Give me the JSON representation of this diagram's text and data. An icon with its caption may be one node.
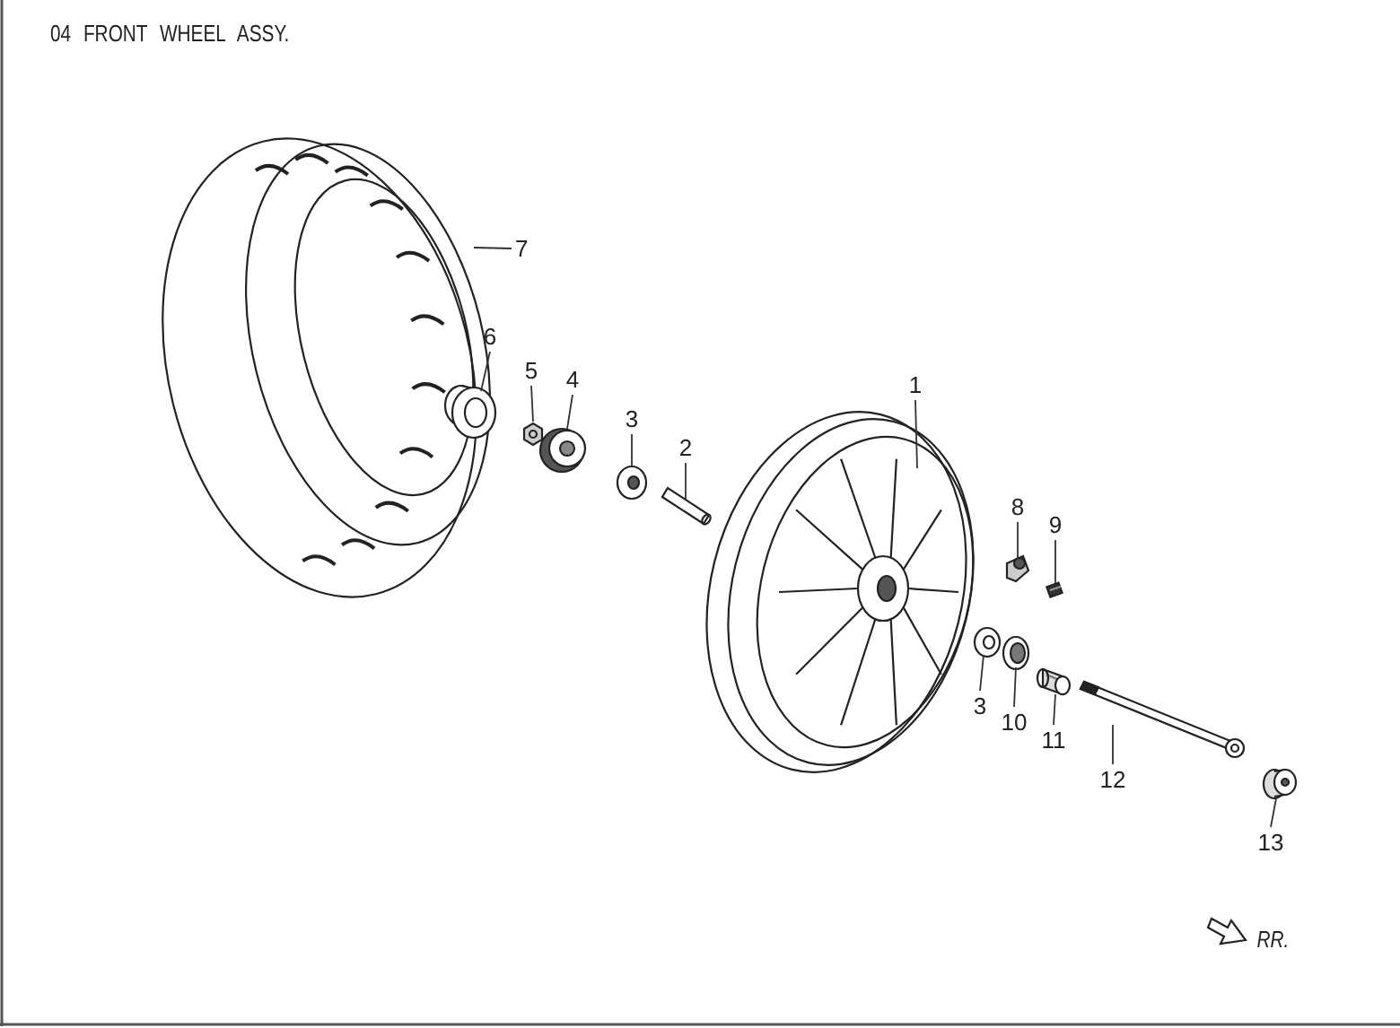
{
  "diagram": {
    "title": "04 FRONT WHEEL ASSY.",
    "nodes": [
      {
        "text": [
          "7"
        ]
      },
      {
        "text": [
          "6"
        ]
      },
      {
        "text": [
          "5"
        ]
      },
      {
        "text": [
          "4"
        ]
      },
      {
        "text": [
          "3"
        ]
      },
      {
        "text": [
          "2"
        ]
      },
      {
        "text": [
          "1"
        ]
      },
      {
        "text": [
          "8"
        ]
      },
      {
        "text": [
          "9"
        ]
      },
      {
        "text": [
          "3"
        ]
      },
      {
        "text": [
          "10"
        ]
      },
      {
        "text": [
          "11"
        ]
      },
      {
        "text": [
          "12"
        ]
      },
      {
        "text": [
          "13"
        ]
      },
      {
        "text": [],
        "shape": "picture"
      },
      {
        "text": [],
        "shape": "picture"
      },
      {
        "text": [],
        "shape": "picture"
      },
      {
        "text": [],
        "shape": "picture"
      },
      {
        "text": [],
        "shape": "picture"
      },
      {
        "text": [],
        "shape": "picture"
      },
      {
        "text": [],
        "shape": "picture"
      },
      {
        "text": [],
        "shape": "picture"
      },
      {
        "text": [],
        "shape": "picture"
      },
      {
        "text": [],
        "shape": "picture"
      },
      {
        "text": [],
        "shape": "picture"
      },
      {
        "text": [],
        "shape": "picture"
      },
      {
        "text": [],
        "shape": "picture"
      },
      {
        "text": [],
        "shape": "picture"
      }
    ],
    "edges": [
      {
        "from": 0,
        "to": 14,
        "arrow": "none"
      },
      {
        "from": 1,
        "to": 15,
        "arrow": "none"
      },
      {
        "from": 2,
        "to": 16,
        "arrow": "none"
      },
      {
        "from": 3,
        "to": 17,
        "arrow": "none"
      },
      {
        "from": 4,
        "to": 18,
        "arrow": "none"
      },
      {
        "from": 5,
        "to": 19,
        "arrow": "none"
      },
      {
        "from": 6,
        "to": 20,
        "arrow": "none"
      },
      {
        "from": 7,
        "to": 21,
        "arrow": "none"
      },
      {
        "from": 8,
        "to": 22,
        "arrow": "none"
      },
      {
        "from": 9,
        "to": 23,
        "arrow": "none"
      },
      {
        "from": 10,
        "to": 24,
        "arrow": "none"
      },
      {
        "from": 11,
        "to": 25,
        "arrow": "none"
      },
      {
        "from": 12,
        "to": 26,
        "arrow": "none"
      },
      {
        "from": 13,
        "to": 27,
        "arrow": "none"
      }
    ],
    "labels": [
      "RR."
    ]
  }
}
